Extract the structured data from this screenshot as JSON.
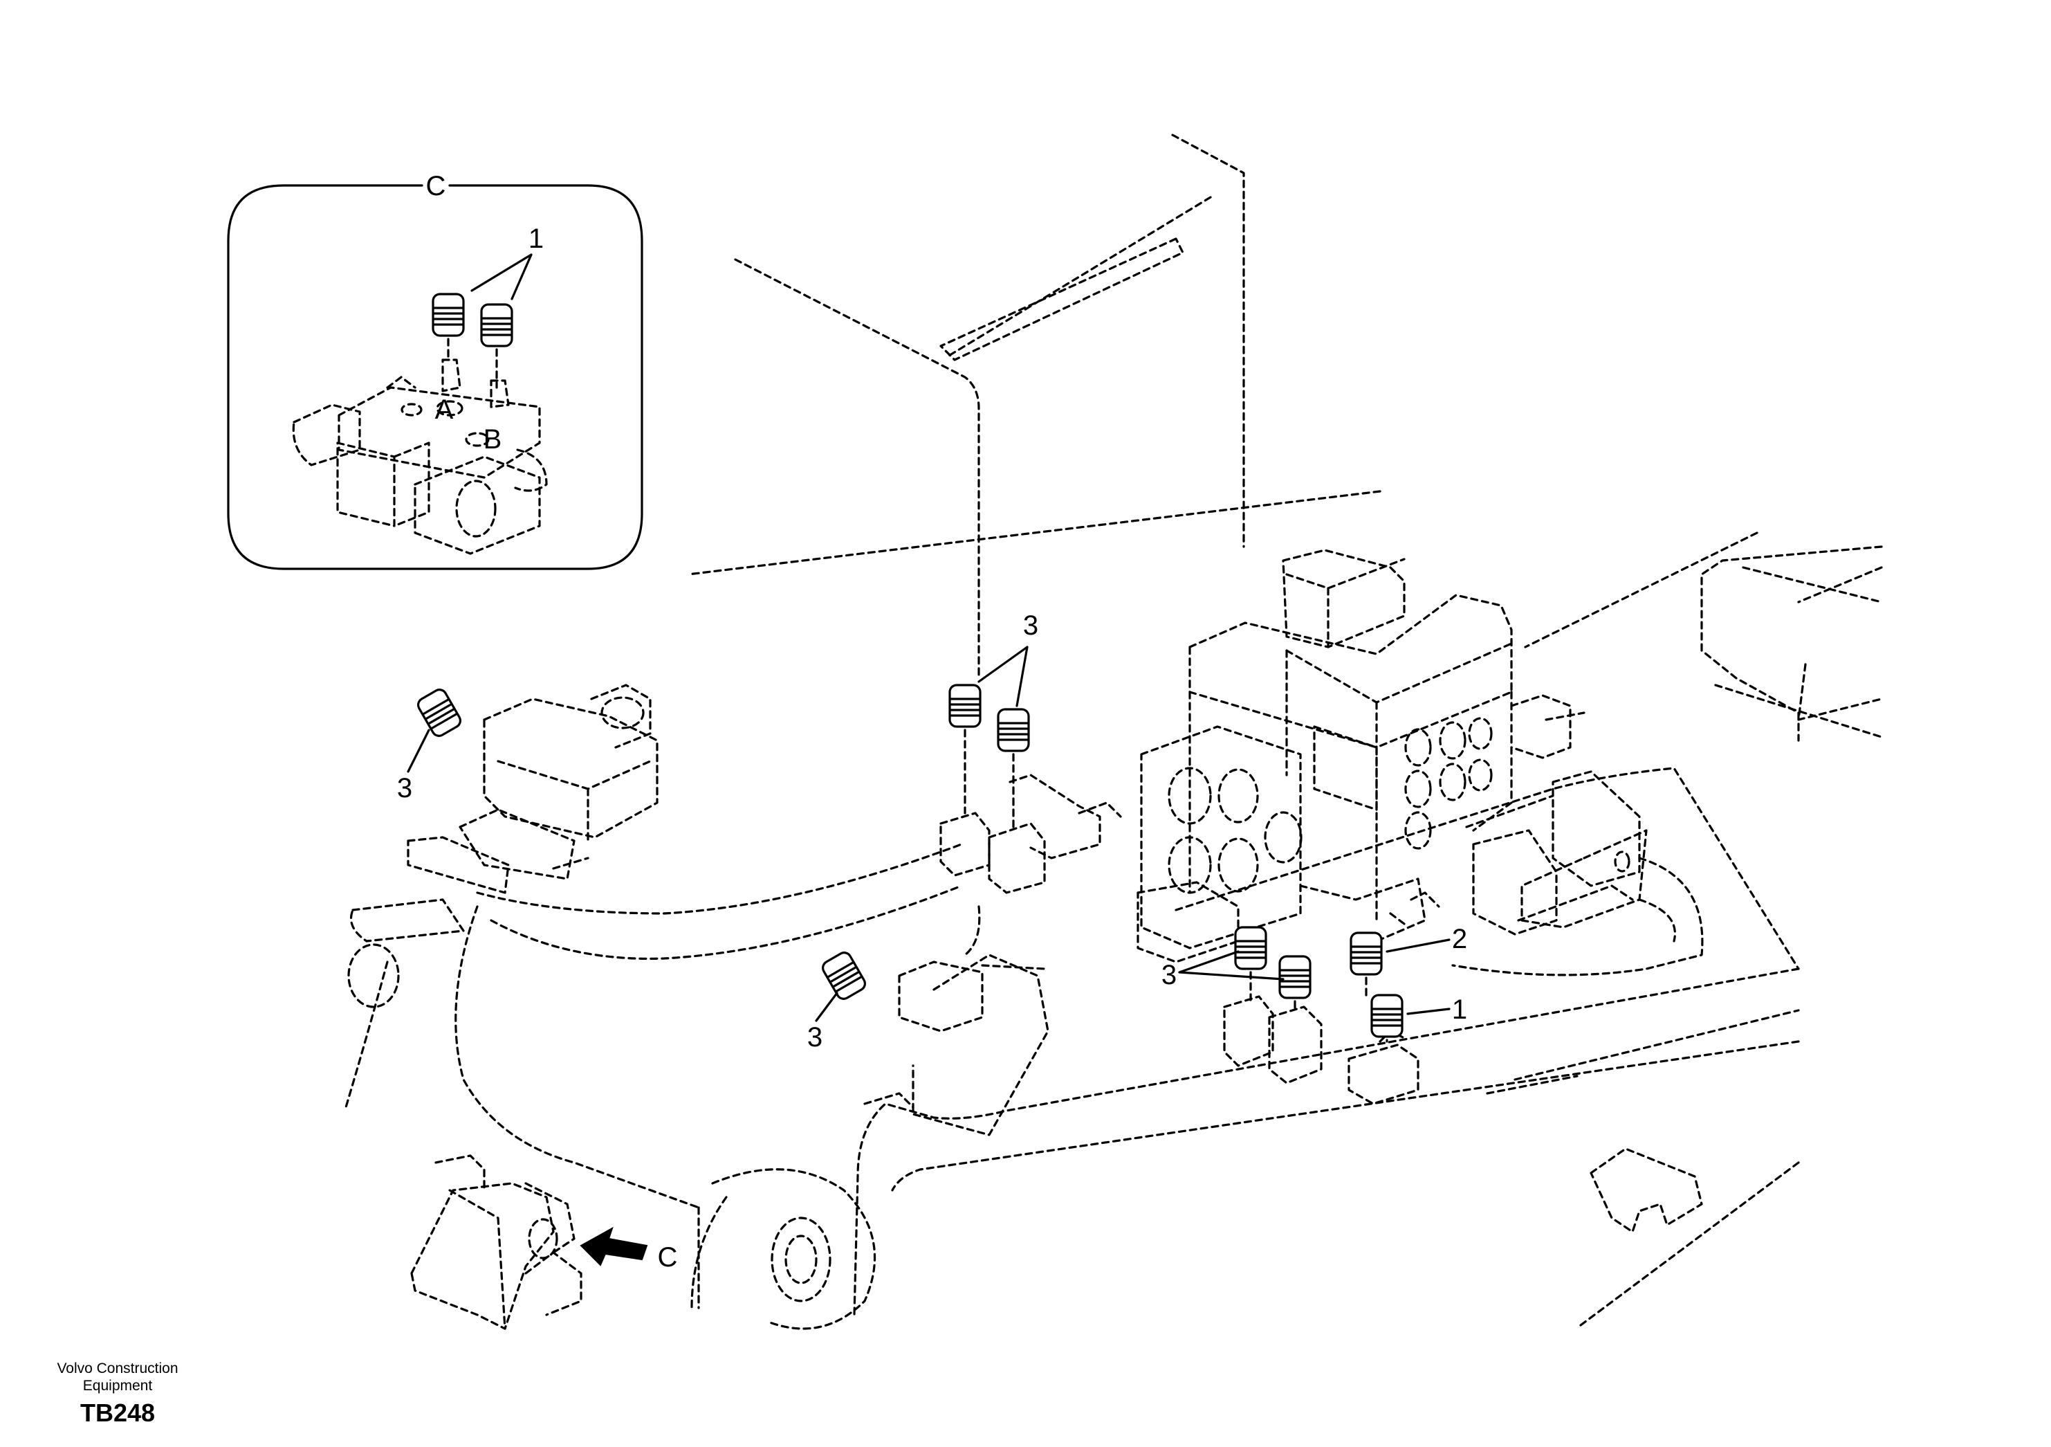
{
  "detail_view": {
    "label": "C",
    "callout": "1",
    "port_a": "A",
    "port_b": "B"
  },
  "callouts": {
    "c1": "3",
    "c2": "3",
    "c3": "3",
    "c4": "3",
    "c5": "2",
    "c6": "1"
  },
  "view_arrow_label": "C",
  "footer": {
    "company_line1": "Volvo Construction",
    "company_line2": "Equipment",
    "code": "TB248"
  }
}
